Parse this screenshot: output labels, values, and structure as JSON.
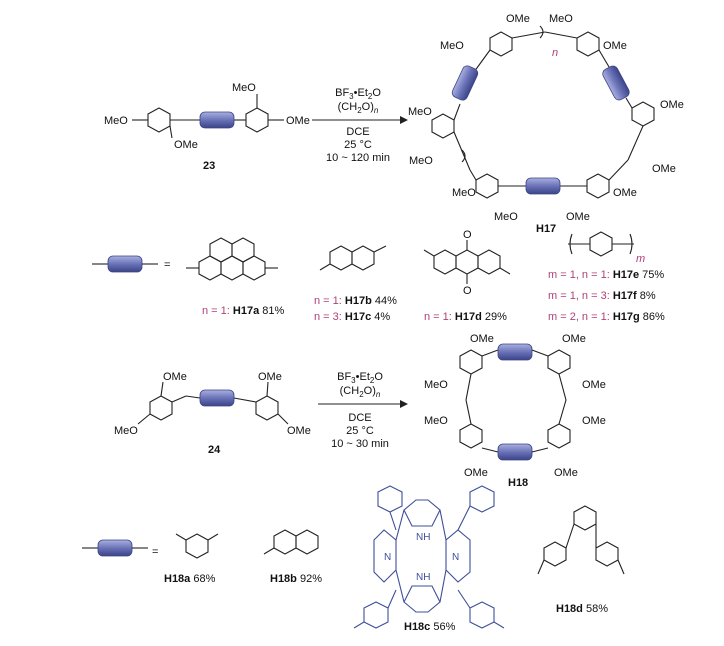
{
  "linker_color": "#6b73b8",
  "porphyrin_color": "#3e4f9a",
  "scheme1": {
    "sm_label": "23",
    "sm_ome": [
      "MeO",
      "OMe",
      "MeO",
      "OMe"
    ],
    "cond": [
      "BF",
      "3",
      "•Et",
      "2",
      "O",
      "(CH",
      "2",
      "O)",
      "n",
      "DCE",
      "25 °C",
      "10 ~ 120 min"
    ],
    "product_label": "H17",
    "ring_ome": [
      "OMe",
      "MeO",
      "MeO",
      "OMe",
      "MeO",
      "OMe",
      "MeO",
      "OMe",
      "MeO",
      "OMe",
      "MeO",
      "OMe"
    ],
    "repeat_n": "n"
  },
  "legend1": {
    "equals": "=",
    "items": [
      {
        "cond": "n = 1: ",
        "name": "H17a",
        "yield": " 81%"
      },
      {
        "cond": "n = 1: ",
        "name": "H17b",
        "yield": " 44%"
      },
      {
        "cond": "n = 3: ",
        "name": "H17c",
        "yield": " 4%"
      },
      {
        "cond": "n = 1: ",
        "name": "H17d",
        "yield": " 29%"
      },
      {
        "cond": "m = 1, n = 1: ",
        "name": "H17e",
        "yield": " 75%"
      },
      {
        "cond": "m = 1, n = 3: ",
        "name": "H17f",
        "yield": " 8%"
      },
      {
        "cond": "m = 2, n = 1: ",
        "name": "H17g",
        "yield": " 86%"
      }
    ],
    "oxo": [
      "O",
      "O"
    ],
    "repeat_m": "m"
  },
  "scheme2": {
    "sm_label": "24",
    "sm_ome": [
      "OMe",
      "OMe",
      "MeO",
      "OMe"
    ],
    "cond": [
      "BF",
      "3",
      "•Et",
      "2",
      "O",
      "(CH",
      "2",
      "O)",
      "n",
      "DCE",
      "25 °C",
      "10 ~ 30 min"
    ],
    "product_label": "H18",
    "ring_ome": [
      "OMe",
      "OMe",
      "MeO",
      "OMe",
      "MeO",
      "OMe",
      "OMe",
      "OMe"
    ]
  },
  "legend2": {
    "equals": "=",
    "items": [
      {
        "name": "H18a",
        "yield": " 68%"
      },
      {
        "name": "H18b",
        "yield": " 92%"
      },
      {
        "name": "H18c",
        "yield": " 56%"
      },
      {
        "name": "H18d",
        "yield": " 58%"
      }
    ],
    "nh": [
      "NH",
      "N",
      "N",
      "NH"
    ]
  }
}
